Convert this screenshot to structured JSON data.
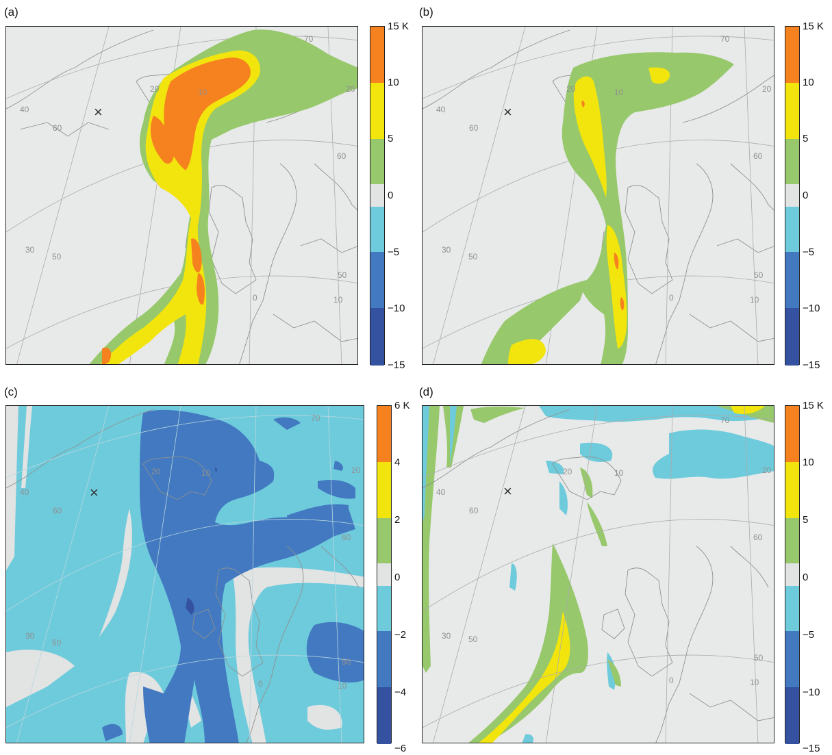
{
  "panels": [
    {
      "label": "(a)",
      "colorbar": {
        "ticks": [
          "15 K",
          "10",
          "5",
          "0",
          "−5",
          "−10",
          "−15"
        ],
        "colors": [
          "#f5821f",
          "#f2e50e",
          "#97c86b",
          "#e2e3e3",
          "#6ecbdc",
          "#4279c0",
          "#34529f"
        ]
      },
      "grid_labels": [
        "70",
        "20",
        "60",
        "40",
        "60",
        "30",
        "50",
        "50",
        "0",
        "10",
        "10",
        "20"
      ]
    },
    {
      "label": "(b)",
      "colorbar": {
        "ticks": [
          "15 K",
          "10",
          "5",
          "0",
          "−5",
          "−10",
          "−15"
        ],
        "colors": [
          "#f5821f",
          "#f2e50e",
          "#97c86b",
          "#e2e3e3",
          "#6ecbdc",
          "#4279c0",
          "#34529f"
        ]
      },
      "grid_labels": [
        "70",
        "20",
        "60",
        "40",
        "60",
        "30",
        "50",
        "50",
        "0",
        "10",
        "10",
        "20"
      ]
    },
    {
      "label": "(c)",
      "colorbar": {
        "ticks": [
          "6 K",
          "4",
          "2",
          "0",
          "−2",
          "−4",
          "−6"
        ],
        "colors": [
          "#f5821f",
          "#f2e50e",
          "#97c86b",
          "#e2e3e3",
          "#6ecbdc",
          "#4279c0",
          "#34529f"
        ]
      },
      "grid_labels": [
        "70",
        "20",
        "60",
        "40",
        "60",
        "30",
        "50",
        "50",
        "0",
        "10",
        "10",
        "20"
      ]
    },
    {
      "label": "(d)",
      "colorbar": {
        "ticks": [
          "15 K",
          "10",
          "5",
          "0",
          "−5",
          "−10",
          "−15"
        ],
        "colors": [
          "#f5821f",
          "#f2e50e",
          "#97c86b",
          "#e2e3e3",
          "#6ecbdc",
          "#4279c0",
          "#34529f"
        ]
      },
      "grid_labels": [
        "70",
        "20",
        "60",
        "40",
        "60",
        "30",
        "50",
        "50",
        "0",
        "10",
        "10",
        "20"
      ]
    }
  ],
  "marker": "×"
}
